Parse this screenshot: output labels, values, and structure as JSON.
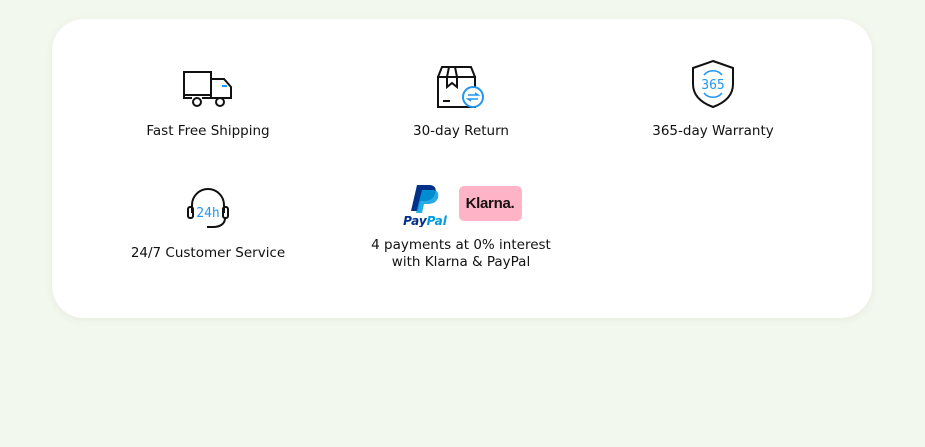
{
  "features": [
    {
      "icon": "truck-icon",
      "label": "Fast Free Shipping"
    },
    {
      "icon": "return-box-icon",
      "label": "30-day Return"
    },
    {
      "icon": "warranty-shield-icon",
      "label": "365-day Warranty",
      "icon_text": "365"
    },
    {
      "icon": "headset-24h-icon",
      "label": "24/7 Customer Service",
      "icon_text": "24h"
    },
    {
      "icon": "payment-logos",
      "label_line1": "4 payments at 0% interest",
      "label_line2": "with Klarna & PayPal",
      "paypal": "PayPal",
      "klarna": "Klarna."
    }
  ],
  "colors": {
    "accent": "#2196f3",
    "background": "#f3f8ee",
    "klarna_pink": "#ffb3c7",
    "paypal_dark": "#003087",
    "paypal_light": "#009cde"
  }
}
